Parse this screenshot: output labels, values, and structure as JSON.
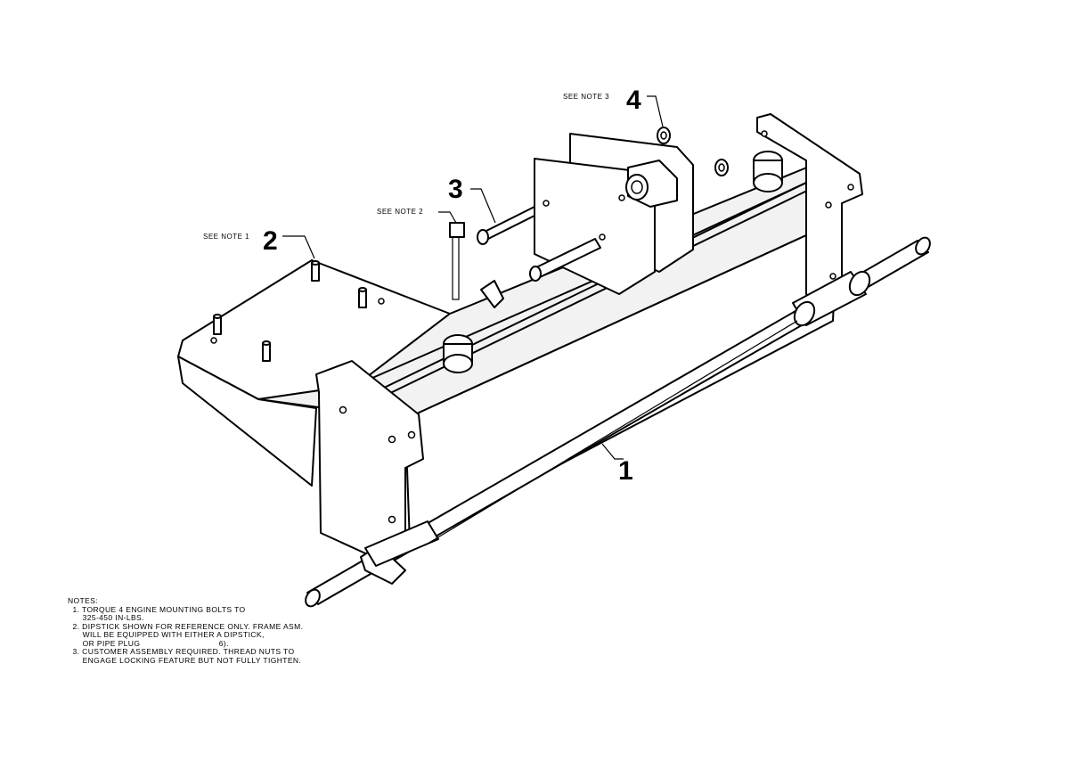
{
  "callouts": [
    {
      "number": "1"
    },
    {
      "number": "2",
      "note_ref": "SEE NOTE 1"
    },
    {
      "number": "3",
      "note_ref": "SEE NOTE 2"
    },
    {
      "number": "4",
      "note_ref": "SEE NOTE 3"
    }
  ],
  "notes": {
    "heading": "NOTES:",
    "items": [
      {
        "num": "1.",
        "lines": [
          "TORQUE 4 ENGINE MOUNTING BOLTS TO",
          "325-450 IN-LBS."
        ]
      },
      {
        "num": "2.",
        "lines": [
          "DIPSTICK SHOWN FOR REFERENCE ONLY. FRAME ASM.",
          "WILL BE EQUIPPED WITH EITHER A DIPSTICK,",
          "OR PIPE PLUG                                6)."
        ]
      },
      {
        "num": "3.",
        "lines": [
          "CUSTOMER ASSEMBLY REQUIRED. THREAD NUTS TO",
          "ENGAGE LOCKING FEATURE BUT NOT FULLY TIGHTEN."
        ]
      }
    ]
  }
}
